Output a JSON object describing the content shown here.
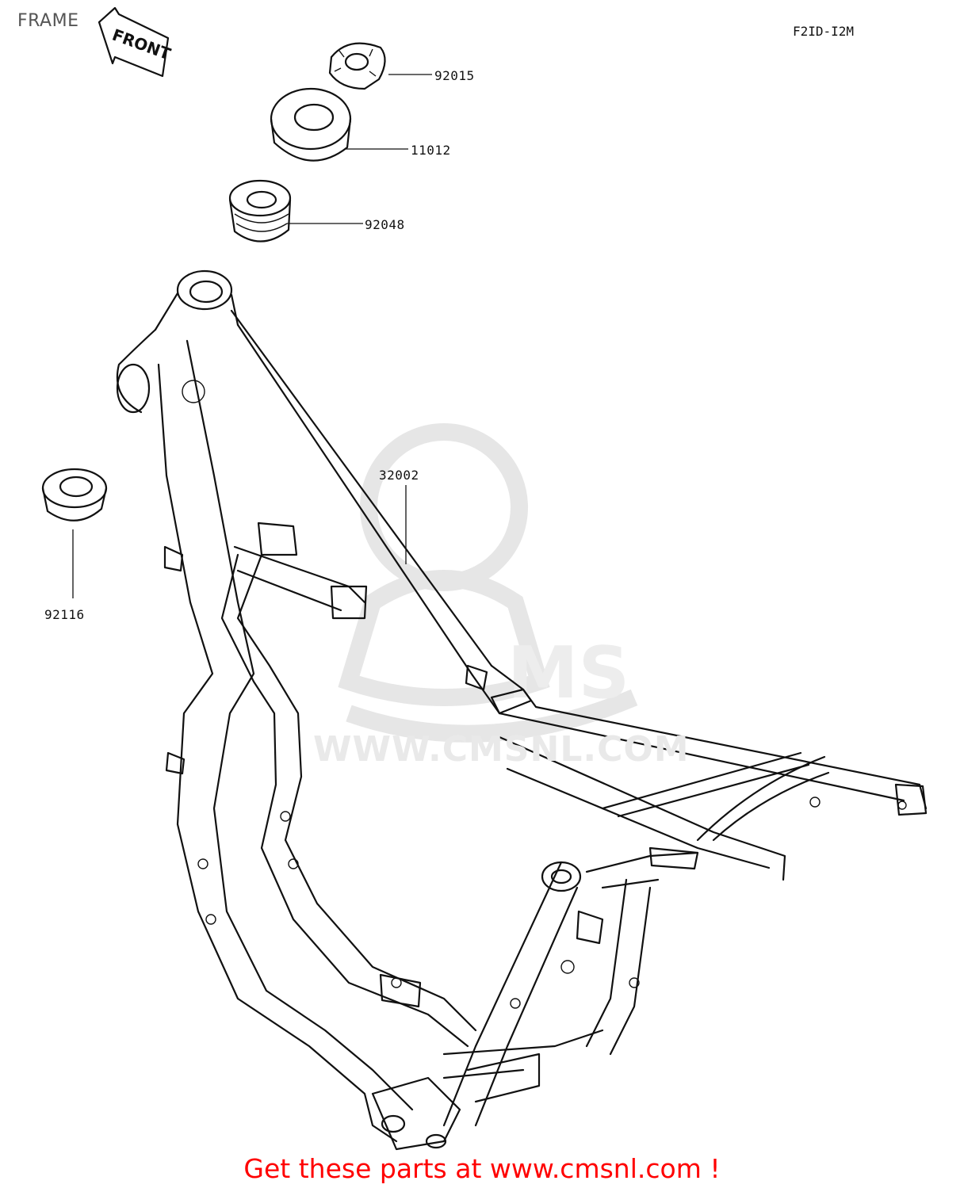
{
  "diagram": {
    "title": "FRAME",
    "reference_code": "F2ID-I2M",
    "front_arrow_label": "FRONT",
    "watermark_text": "WWW.CMSNL.COM",
    "parts": [
      {
        "id": "p1",
        "number": "92015"
      },
      {
        "id": "p2",
        "number": "11012"
      },
      {
        "id": "p3",
        "number": "92048"
      },
      {
        "id": "p4",
        "number": "32002"
      },
      {
        "id": "p5",
        "number": "92116"
      }
    ]
  },
  "footer": {
    "link_text": "Get these parts at www.cmsnl.com !",
    "color": "#ff0000"
  },
  "colors": {
    "line": "#111111",
    "watermark": "#e6e6e6",
    "background": "#ffffff"
  }
}
